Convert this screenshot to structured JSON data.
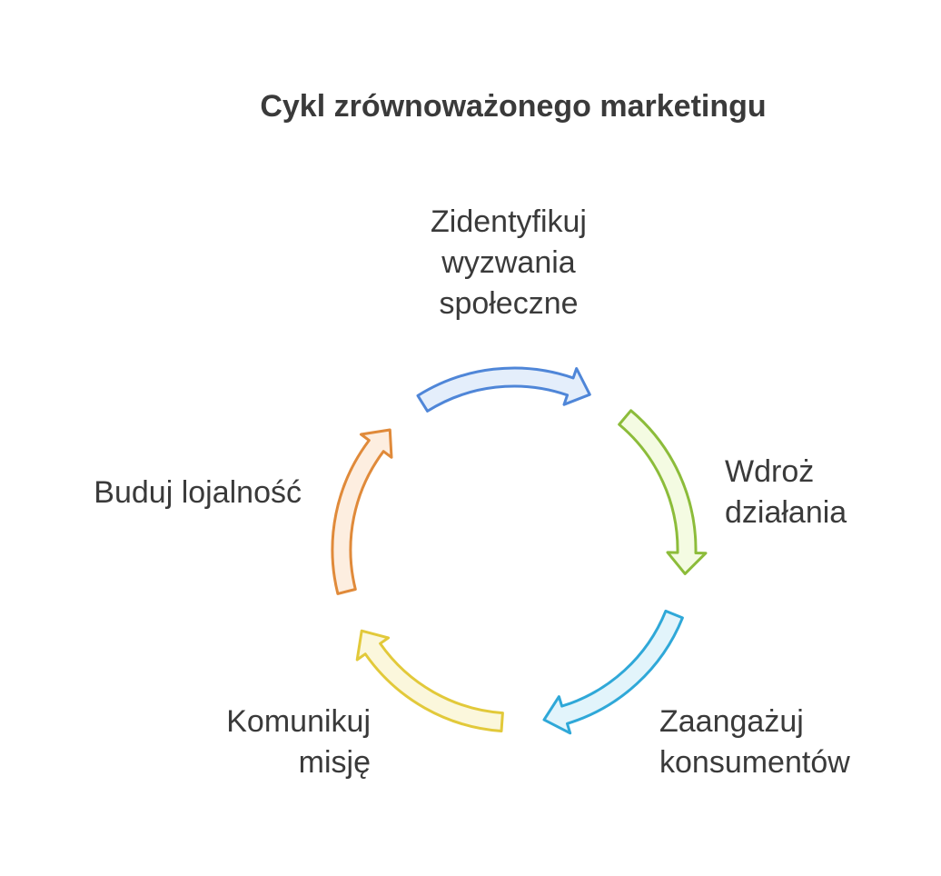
{
  "title": "Cykl zrównoważonego marketingu",
  "steps": [
    {
      "lines": [
        "Zidentyfikuj",
        "wyzwania",
        "społeczne"
      ],
      "stroke": "#4f86d8",
      "fill": "#e4eefb",
      "icon": "arrow-clockwise-icon"
    },
    {
      "lines": [
        "Wdroż",
        "działania"
      ],
      "stroke": "#8cbc3a",
      "fill": "#f4fbe2",
      "icon": "arrow-clockwise-icon"
    },
    {
      "lines": [
        "Zaangażuj",
        "konsumentów"
      ],
      "stroke": "#2fa8d8",
      "fill": "#e2f4fb",
      "icon": "arrow-clockwise-icon"
    },
    {
      "lines": [
        "Komunikuj",
        "misję"
      ],
      "stroke": "#e2c93a",
      "fill": "#fbf7dc",
      "icon": "arrow-clockwise-icon"
    },
    {
      "lines": [
        "Buduj lojalność"
      ],
      "stroke": "#e08a3a",
      "fill": "#fdeee0",
      "icon": "arrow-clockwise-icon"
    }
  ]
}
